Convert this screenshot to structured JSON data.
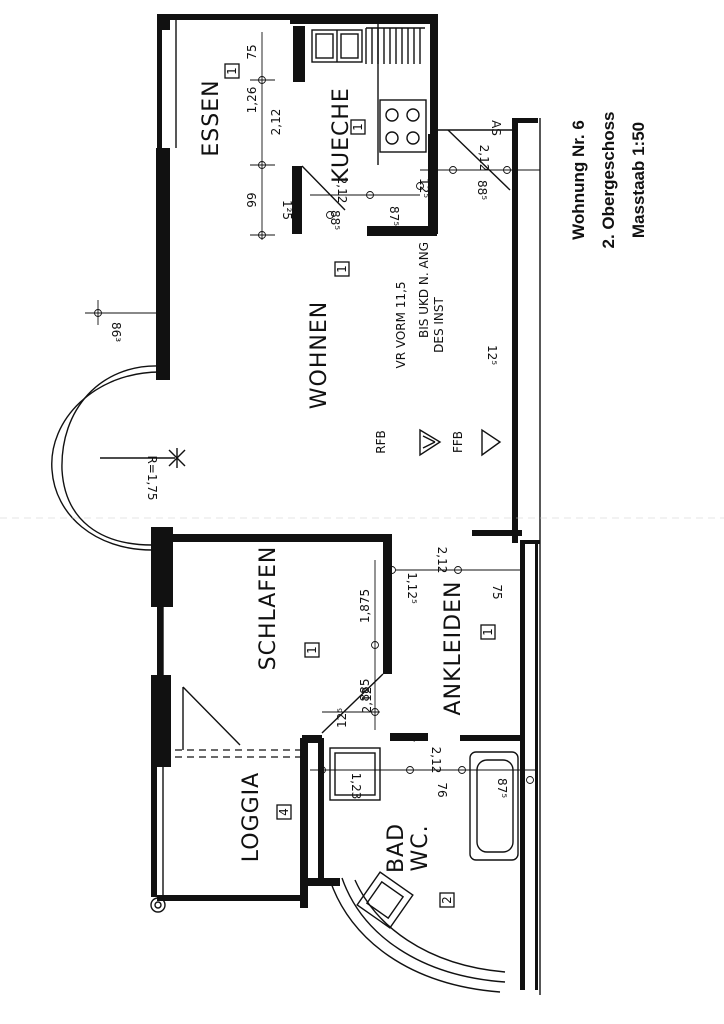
{
  "title": {
    "line1": "Wohnung Nr. 6",
    "line2": "2. Obergeschoss",
    "line3": "Masstaab 1:50"
  },
  "rooms": {
    "essen": "ESSEN",
    "kueche": "KUECHE",
    "wohnen": "WOHNEN",
    "schlafen": "SCHLAFEN",
    "ankleiden": "ANKLEIDEN",
    "loggia": "LOGGIA",
    "bad": "BAD",
    "wc": "WC."
  },
  "room_numbers": {
    "essen": "1",
    "kueche": "1",
    "wohnen": "1",
    "schlafen": "1",
    "ankleiden": "1",
    "loggia": "4",
    "bad": "2"
  },
  "notes": {
    "vr_line1": "VR VORM 11,5",
    "vr_line2": "BIS UKD N. ANG",
    "vr_line3": "DES INST",
    "rfb": "RFB",
    "ffb": "FFB",
    "radius": "R=1,75",
    "as": "AS"
  },
  "dimensions": {
    "d_75_top": "75",
    "d_126": "1,26",
    "d_212_essen": "2,12",
    "d_99": "99",
    "d_125_essen": "1²5",
    "d_212_kueche": "2,12",
    "d_885_kueche": "88⁵",
    "d_875_kueche": "87⁵",
    "d_212_right": "2,12",
    "d_125_right": "12⁵",
    "d_885_right": "88⁵",
    "d_863": "86³",
    "d_125_wohnen": "12⁵",
    "d_1875": "1,875",
    "d_885_schlafen": "885",
    "d_125_schlafen": "12⁵",
    "d_212_schlafen": "2,12",
    "d_212_ankleiden": "2,12",
    "d_1125": "1,12⁵",
    "d_75_ankleiden": "75",
    "d_123": "1,23",
    "d_212_bad": "2,12",
    "d_76": "76",
    "d_875_bad": "87⁵"
  }
}
